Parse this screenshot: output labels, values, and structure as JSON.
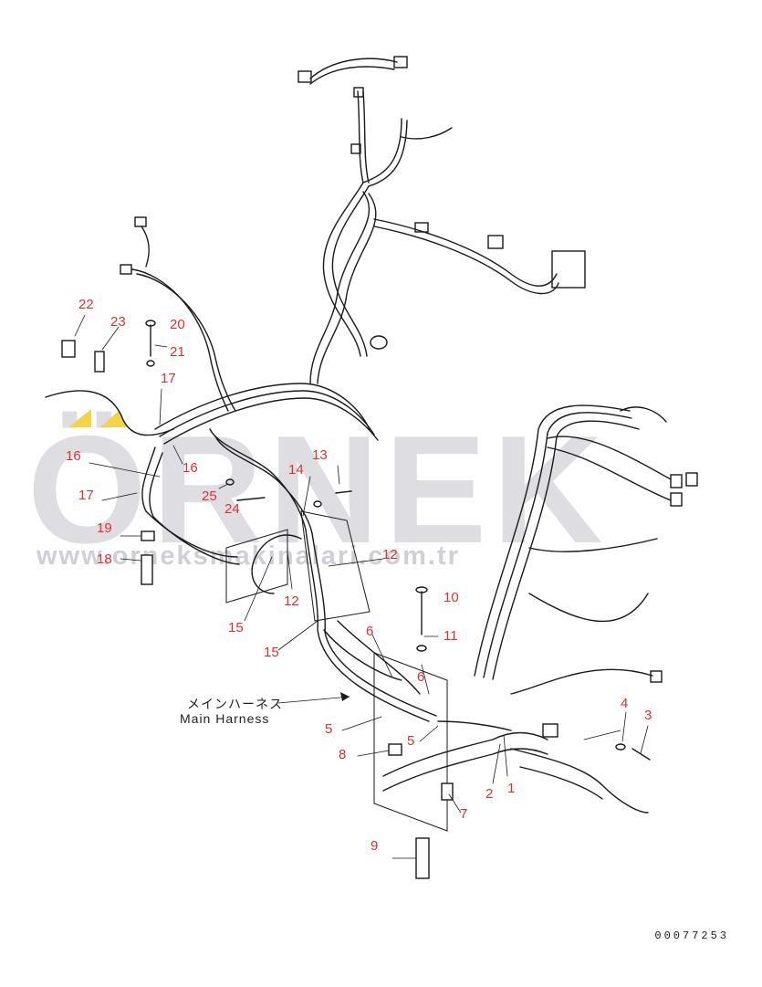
{
  "watermark": {
    "brand": "ÖRNEK",
    "url": "www.orneksmakinalari.com.tr",
    "accent_color": "#f3d348"
  },
  "caption": {
    "japanese": "メインハーネス",
    "english": "Main Harness"
  },
  "drawing_number": "00077253",
  "callouts": [
    "1",
    "2",
    "3",
    "4",
    "5",
    "5",
    "6",
    "6",
    "7",
    "8",
    "9",
    "10",
    "11",
    "12",
    "12",
    "13",
    "14",
    "15",
    "15",
    "16",
    "16",
    "17",
    "17",
    "18",
    "19",
    "20",
    "21",
    "22",
    "23",
    "24",
    "25"
  ],
  "colors": {
    "callout": "#e0312d",
    "line": "#1a1a1a"
  }
}
